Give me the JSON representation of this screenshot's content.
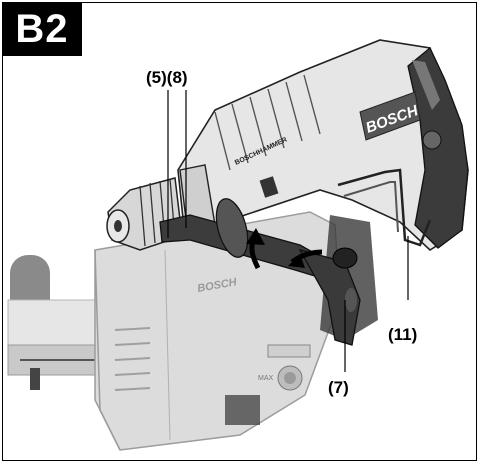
{
  "figure": {
    "badge": "B2",
    "labels": {
      "label_5_8": "(5)(8)",
      "label_11": "(11)",
      "label_7": "(7)"
    },
    "brand_marks": {
      "drill_brand": "BOSCH",
      "drill_model": "BOSCHHAMMER",
      "dust_brand": "BOSCH"
    },
    "colors": {
      "badge_bg": "#000000",
      "drill_body": "#e4e4e4",
      "dust_unit": "#dcdcdc",
      "dark_parts": "#3a3a3a",
      "arrow": "#000000"
    }
  }
}
